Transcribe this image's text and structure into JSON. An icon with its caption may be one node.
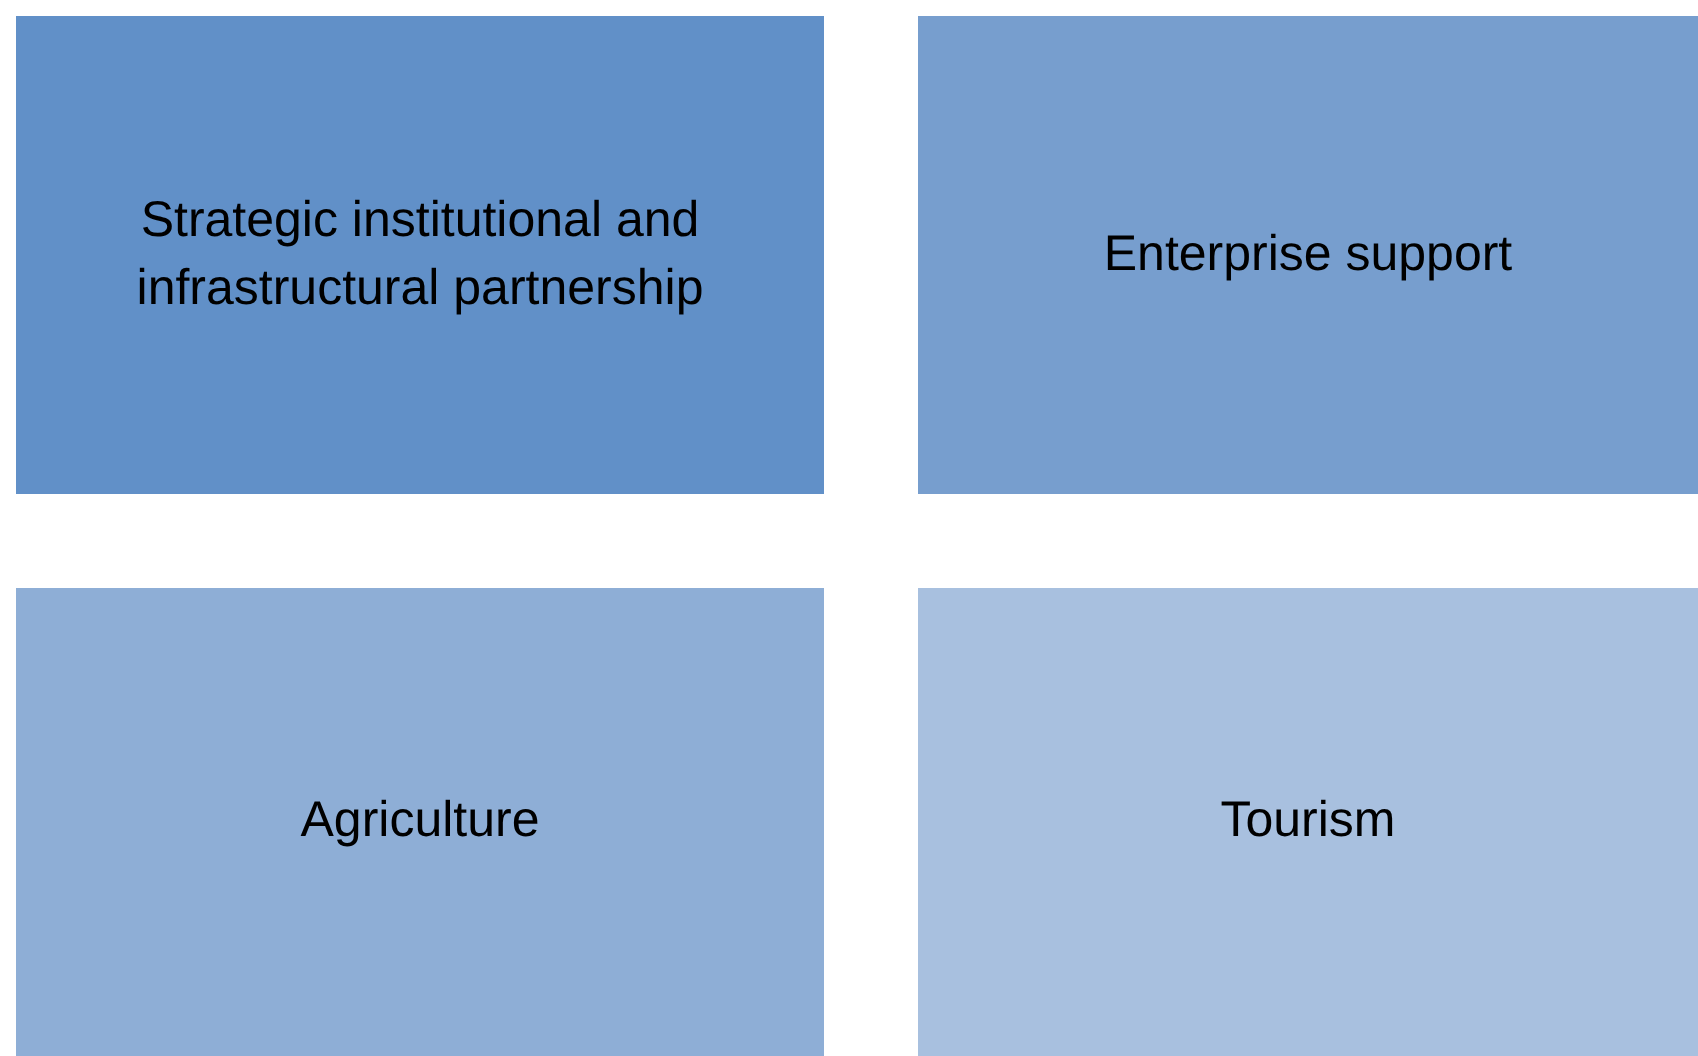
{
  "diagram": {
    "nodes": [
      {
        "text": [
          "Strategic institutional and infrastructural partnership"
        ]
      },
      {
        "text": [
          "Enterprise support"
        ]
      },
      {
        "text": [
          "Agriculture"
        ]
      },
      {
        "text": [
          "Tourism"
        ]
      }
    ],
    "edges": []
  }
}
